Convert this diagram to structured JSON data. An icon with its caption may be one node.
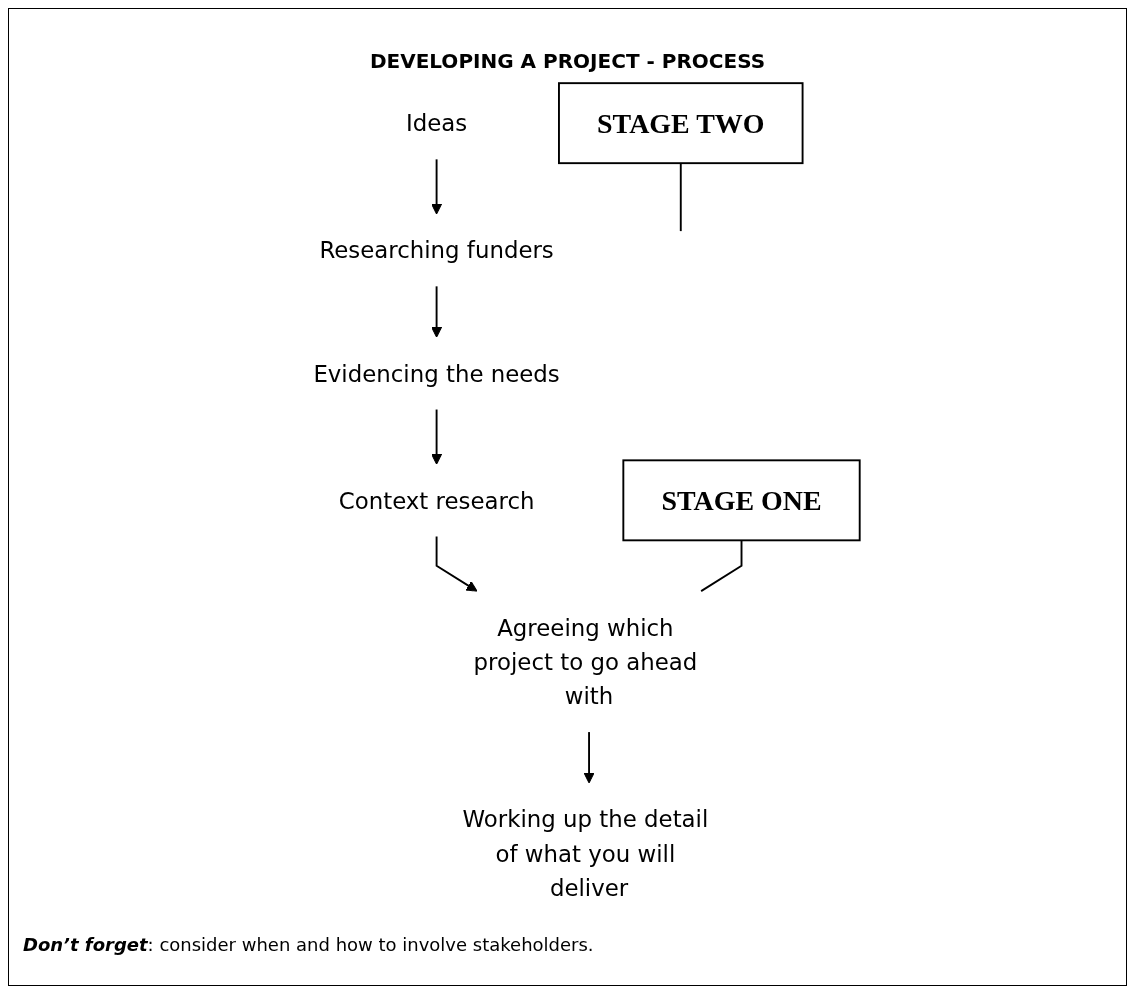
{
  "diagram": {
    "title": "DEVELOPING A PROJECT - PROCESS",
    "nodes": [
      {
        "text": [
          "STAGE ONE"
        ]
      },
      {
        "text": [
          "Ideas"
        ]
      },
      {
        "text": [
          "Researching funders"
        ]
      },
      {
        "text": [
          "Evidencing the needs"
        ]
      },
      {
        "text": [
          "Context research"
        ]
      },
      {
        "text": [
          "Agreeing which project to go ahead with"
        ]
      },
      {
        "text": [
          "Working up the detail of what you will deliver"
        ]
      },
      {
        "text": [
          "STAGE TWO"
        ]
      }
    ],
    "edges": [
      {
        "from": 1,
        "to": 2,
        "arrow": "to"
      },
      {
        "from": 2,
        "to": 3,
        "arrow": "to"
      },
      {
        "from": 3,
        "to": 4,
        "arrow": "to"
      },
      {
        "from": 4,
        "to": 5,
        "arrow": "to"
      },
      {
        "from": 5,
        "to": 6,
        "arrow": "to"
      },
      {
        "from": 0,
        "to": 5,
        "arrow": "none"
      },
      {
        "from": 7,
        "to": null,
        "arrow": "none"
      }
    ],
    "labels": [
      "**Don’t forget**: consider when and how to involve stakeholders."
    ]
  }
}
